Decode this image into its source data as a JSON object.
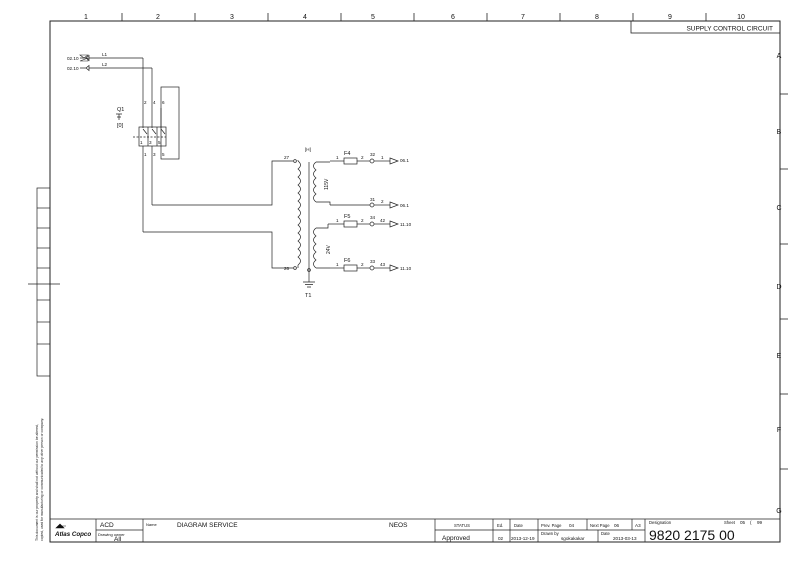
{
  "sheet_title": "SUPPLY CONTROL CIRCUIT",
  "columns": [
    "1",
    "2",
    "3",
    "4",
    "5",
    "6",
    "7",
    "8",
    "9",
    "10"
  ],
  "rows": [
    "A",
    "B",
    "C",
    "D",
    "E",
    "F",
    "G"
  ],
  "side_note_line1": "This document is our property and shall not without our permission be altered,",
  "side_note_line2": "copied, used for manufacturing or communicated to any other person or company.",
  "circuit": {
    "ref_l1": "02.10",
    "ref_l2": "02.10",
    "l1": "L1",
    "l2": "L2",
    "q1": "Q1",
    "q1_sub": "[0]",
    "q1_top_pins": [
      "2",
      "4",
      "6"
    ],
    "q1_bottom_pins": [
      "1",
      "3",
      "5"
    ],
    "q1_bottom_terms": [
      "1",
      "3",
      "5"
    ],
    "transformer_bracket": "[H]",
    "t1": "T1",
    "tap_27": "27",
    "tap_26": "26",
    "v115": "115V",
    "v24": "24V",
    "fuses": [
      {
        "label": "F4",
        "pin_in": "1",
        "pin_out": "2",
        "wire": "32",
        "num": "1",
        "ref": "06.1"
      },
      {
        "label": "",
        "pin_in": "",
        "pin_out": "",
        "wire": "31",
        "num": "2",
        "ref": "06.1"
      },
      {
        "label": "F5",
        "pin_in": "1",
        "pin_out": "2",
        "wire": "34",
        "num": "42",
        "ref": "11.10"
      },
      {
        "label": "F6",
        "pin_in": "1",
        "pin_out": "2",
        "wire": "33",
        "num": "43",
        "ref": "11.10"
      }
    ]
  },
  "title_block": {
    "logo": "Atlas Copco",
    "acd": "ACD",
    "drawing_owner_label": "Drawing owner",
    "drawing_owner": "All",
    "name_label": "Name",
    "name": "DIAGRAM SERVICE",
    "project": "NEOS",
    "status_label": "STATUS",
    "status": "Approved",
    "ed_label": "Ed.",
    "ed": "02",
    "date_label": "Date",
    "date1": "2013-12-19",
    "prev_page_label": "Prev. Page",
    "prev_page": "04",
    "next_page_label": "Next Page",
    "next_page": "06",
    "size": "A3",
    "drawn_by_label": "Drawn by",
    "drawn_by": "sgokakakar",
    "date2_label": "Date",
    "date2": "2013-03-13",
    "designation_label": "Designation",
    "designation": "9820 2175 00",
    "sheet_label": "Sheet",
    "sheet_num": "05",
    "sheet_sep": "(",
    "sheet_total": "99"
  }
}
